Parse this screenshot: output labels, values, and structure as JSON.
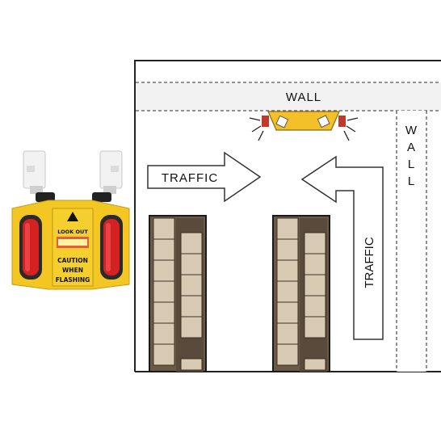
{
  "diagram": {
    "top_wall_label": "WALL",
    "side_wall_letters": [
      "W",
      "A",
      "L",
      "L"
    ],
    "traffic_left_label": "TRAFFIC",
    "traffic_right_label": "TRAFFIC"
  },
  "product": {
    "sign_line1": "LOOK OUT",
    "sign_line2": "CAUTION",
    "sign_line3": "WHEN",
    "sign_line4": "FLASHING"
  },
  "colors": {
    "housing_yellow": "#f3c623",
    "lamp_red": "#d42222",
    "sensor_white": "#f2f2f2",
    "rack_light": "#d9cbb3",
    "rack_dark": "#6b5a48",
    "device_yellow": "#f3c02a"
  },
  "icons": [
    "sensor-icon",
    "red-lamp-icon",
    "warning-light-icon",
    "arrow-icon"
  ]
}
